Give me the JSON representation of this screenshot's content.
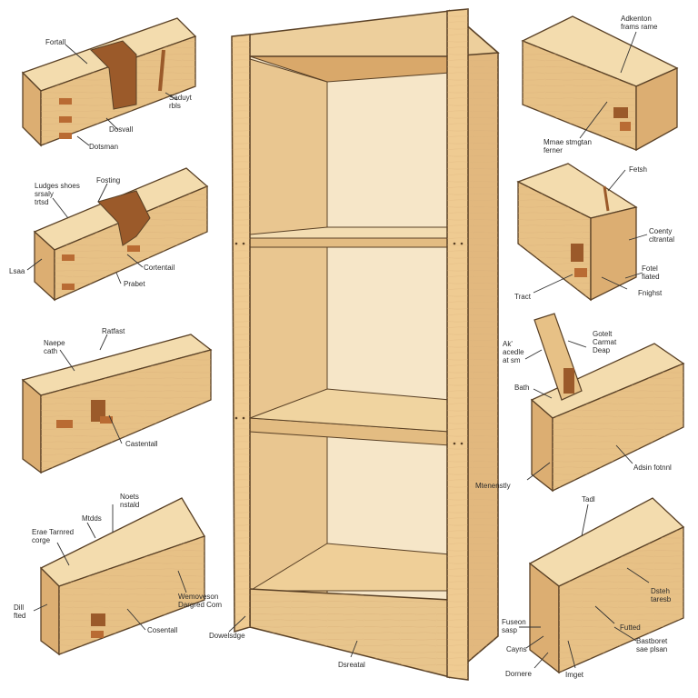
{
  "colors": {
    "wood_light": "#f1d6a6",
    "wood_mid": "#e3bc82",
    "wood_dark": "#cfa066",
    "shadow": "#b98a52",
    "cut": "#9b5a2a",
    "outline": "#5a4126",
    "leader": "#333333"
  },
  "shelf": {
    "labels": {
      "bottom_left": "Dowelsdge",
      "bottom_center": "Dsreatal"
    }
  },
  "joints": [
    {
      "id": "top-left",
      "labels": [
        "Fortall",
        "Dosvall",
        "Dotsman",
        "Saduyt\nrbls"
      ]
    },
    {
      "id": "mid-left-1",
      "labels": [
        "Ludges shoes\nsrsaly\ntrtsd",
        "Fosting",
        "Lsaa",
        "Cortentail",
        "Prabet"
      ]
    },
    {
      "id": "mid-left-2",
      "labels": [
        "Ratfast",
        "Naepe\ncath",
        "Castentall"
      ]
    },
    {
      "id": "bottom-left",
      "labels": [
        "Noets\nnstald",
        "Mtdds",
        "Erae Tarnred\ncorge",
        "Dill\nfted",
        "Wemoveson\nDargred Com",
        "Cosentall"
      ]
    },
    {
      "id": "top-right",
      "labels": [
        "Adkenton\nframs rame",
        "Mmae stmgtan\nferner"
      ]
    },
    {
      "id": "mid-right-1",
      "labels": [
        "Fetsh",
        "Coenty\ncltrantal",
        "Fotel\nfiated",
        "Tract",
        "Fnighst"
      ]
    },
    {
      "id": "mid-right-2",
      "labels": [
        "Gotelt\nCarmat\nDeap",
        "Ak'\nacedle\nat sm",
        "Bath",
        "Mtenenstly",
        "Adsin fotnnl"
      ]
    },
    {
      "id": "bottom-right",
      "labels": [
        "Tadl",
        "Dsteh\ntaresb",
        "Futted",
        "Fuseon\nsasp",
        "Cayns",
        "Dornere",
        "Bastboret\nsae plsan",
        "Imget"
      ]
    }
  ]
}
